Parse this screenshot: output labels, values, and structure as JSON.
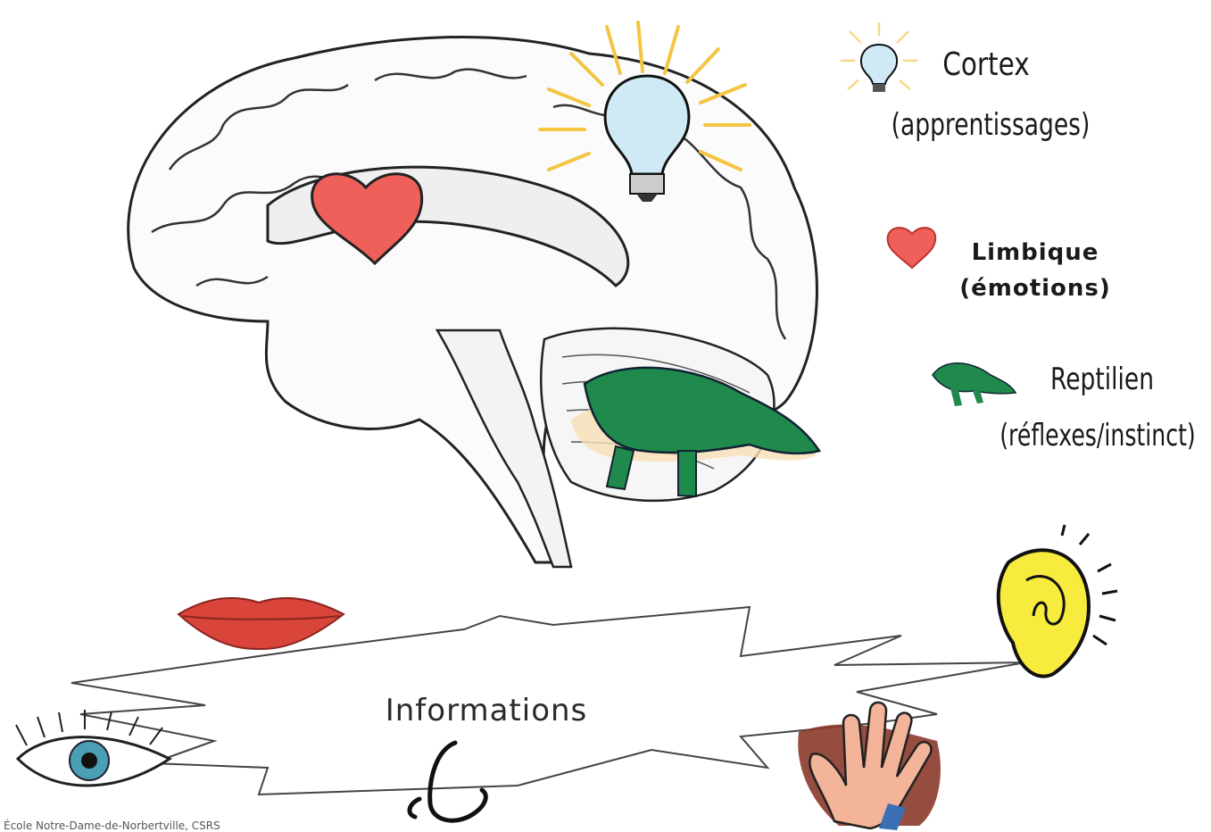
{
  "legend": {
    "cortex": {
      "title": "Cortex",
      "subtitle": "(apprentissages)",
      "icon": "lightbulb-icon"
    },
    "limbique": {
      "title": "Limbique",
      "subtitle": "(émotions)",
      "icon": "heart-icon"
    },
    "reptilien": {
      "title": "Reptilien",
      "subtitle": "(réflexes/instinct)",
      "icon": "crocodile-icon"
    }
  },
  "diagram": {
    "center_label": "Informations",
    "senses": [
      "lips-icon",
      "eye-icon",
      "ear-icon",
      "hand-icon",
      "nose-icon"
    ]
  },
  "footer": {
    "credit": "École Notre-Dame-de-Norbertville, CSRS"
  },
  "colors": {
    "heart": "#f0605a",
    "crocodile": "#1f8a4c",
    "bulb": "#cfeaf5",
    "rays": "#f4c542",
    "ear": "#f7ec3d",
    "lips": "#d9453a",
    "brain_outline": "#222222"
  }
}
